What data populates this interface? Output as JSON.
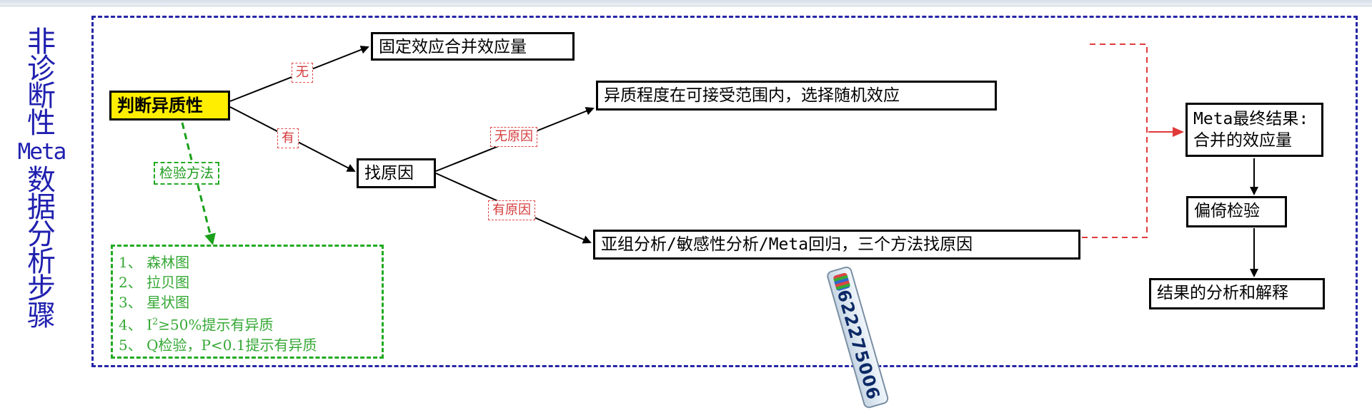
{
  "side_title": {
    "line1": "非",
    "line2": "诊",
    "line3": "断",
    "line4": "性",
    "line5": "Meta",
    "line6": "数",
    "line7": "据",
    "line8": "分",
    "line9": "析",
    "line10": "步",
    "line11": "骤"
  },
  "nodes": {
    "judge": "判断异质性",
    "fixed": "固定效应合并效应量",
    "find_cause": "找原因",
    "random": "异质程度在可接受范围内，选择随机效应",
    "subgroup": "亚组分析/敏感性分析/Meta回归，三个方法找原因",
    "final_line1": "Meta最终结果:",
    "final_line2": "合并的效应量",
    "bias": "偏倚检验",
    "interpret": "结果的分析和解释"
  },
  "tags": {
    "none": "无",
    "has": "有",
    "no_cause": "无原因",
    "has_cause": "有原因",
    "method": "检验方法"
  },
  "methods": {
    "m1": "1、 森林图",
    "m2": "2、 拉贝图",
    "m3": "3、 星状图",
    "m4_prefix": "4、 I",
    "m4_sup": "2",
    "m4_suffix": "≥50%提示有异质",
    "m5": "5、 Q检验，P<0.1提示有异质"
  },
  "stamp": {
    "text": "1622275006"
  },
  "colors": {
    "title_blue": "#2020b0",
    "frame_blue": "#2626a8",
    "highlight_yellow": "#ffee00",
    "tag_red": "#d43a3a",
    "connector_red": "#e03a3a",
    "method_green": "#22aa22",
    "text_green": "#35a835"
  }
}
